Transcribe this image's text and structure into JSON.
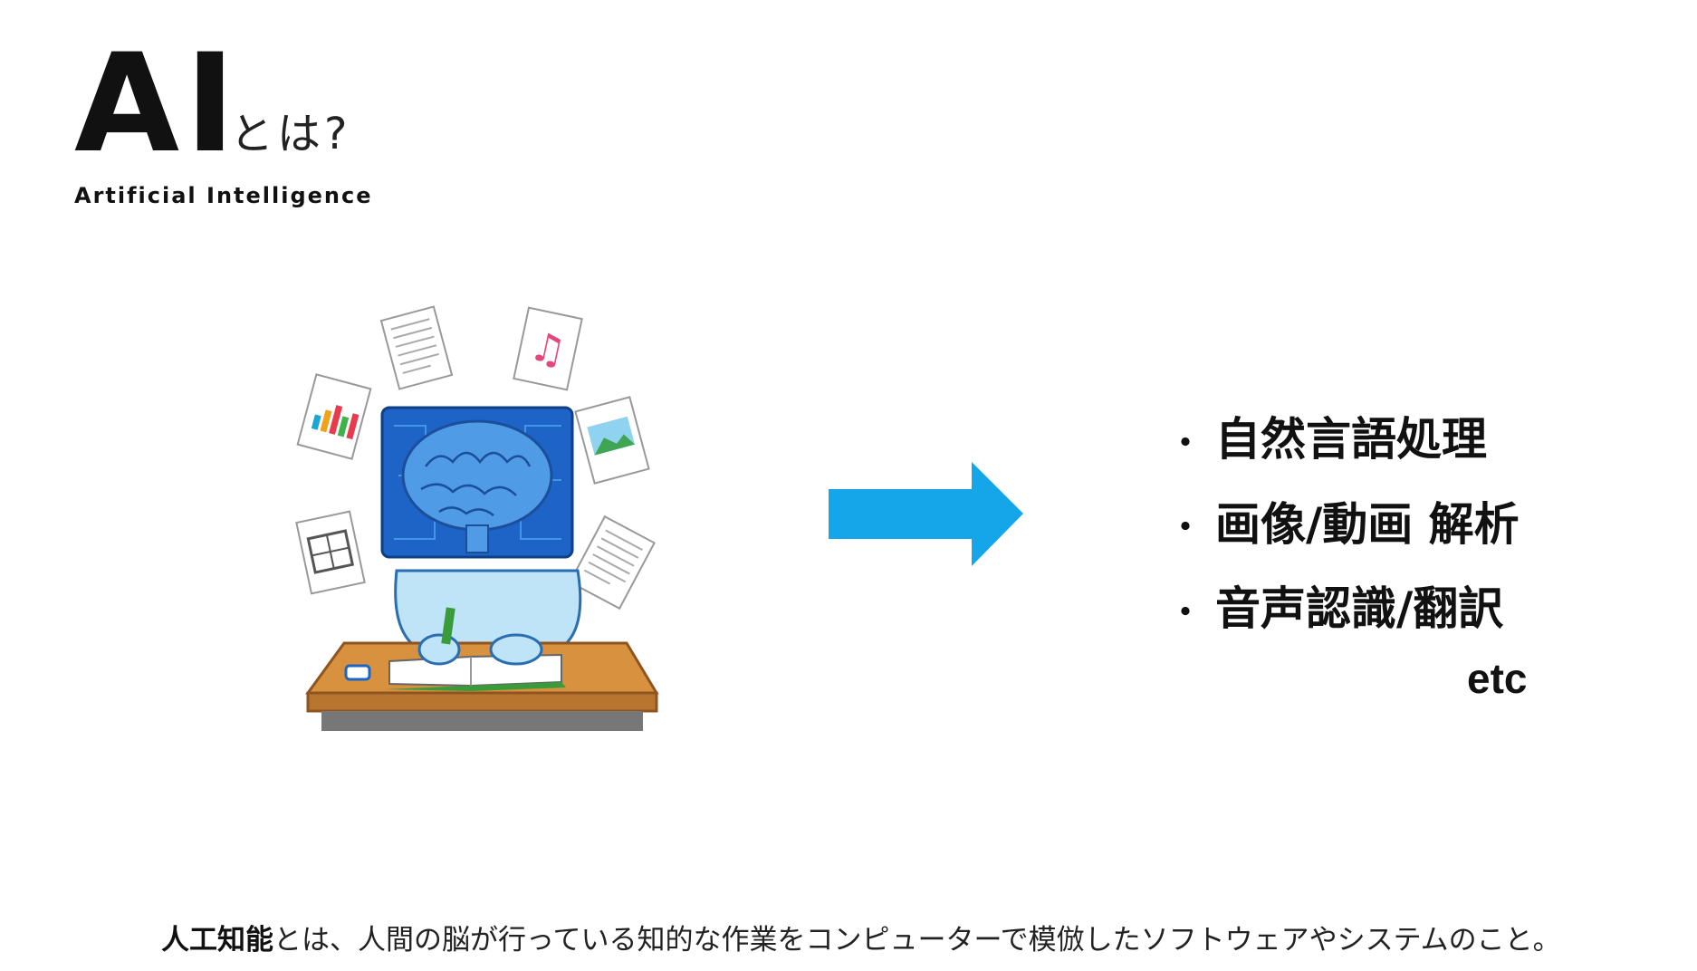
{
  "title": {
    "main": "AI",
    "suffix": "とは?",
    "english": "Artificial Intelligence"
  },
  "illustration": {
    "icon": "ai-brain-studying-icon",
    "colors": {
      "monitor": "#1e63c6",
      "brain": "#4f9be6",
      "body": "#bfe3f7",
      "desk": "#c9843a"
    }
  },
  "arrow": {
    "icon": "right-arrow-icon",
    "color": "#15a6ea"
  },
  "bullets": [
    {
      "marker": "・",
      "text": "自然言語処理"
    },
    {
      "marker": "・",
      "text": "画像/動画 解析"
    },
    {
      "marker": "・",
      "text": "音声認識/翻訳"
    }
  ],
  "etc": "etc",
  "caption": {
    "term": "人工知能",
    "definition": "とは、人間の脳が行っている知的な作業をコンピューターで模倣したソフトウェアやシステムのこと。"
  }
}
